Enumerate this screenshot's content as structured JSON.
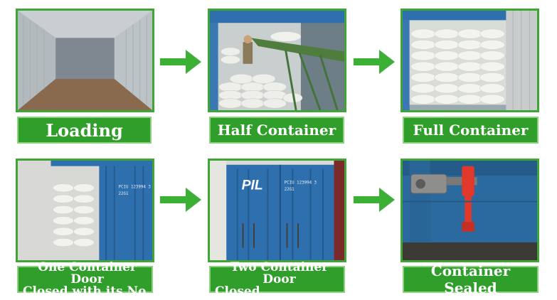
{
  "steps": [
    {
      "label": "Loading"
    },
    {
      "label": "Half Container"
    },
    {
      "label": "Full Container"
    },
    {
      "label_line1": "One Container Door",
      "label_line2": "Closed with its No"
    },
    {
      "label_line1": "Two Container Door",
      "label_line2": "Closed"
    },
    {
      "label": "Container Sealed"
    }
  ],
  "container": {
    "brand": "PIL",
    "number": "PCIU 123994 3",
    "code": "22G1"
  },
  "colors": {
    "frame_green": "#3fa535",
    "label_green": "#2f9e2a",
    "arrow_green": "#3cb035",
    "container_blue": "#2e6fae",
    "seal_red": "#e0382b"
  }
}
